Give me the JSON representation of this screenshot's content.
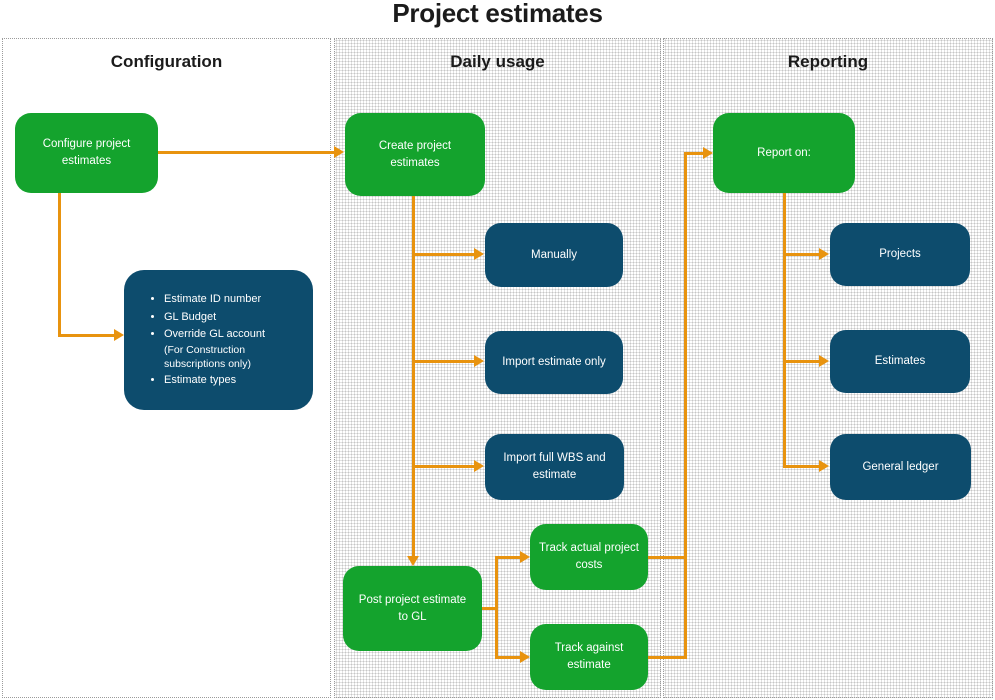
{
  "title": "Project estimates",
  "panels": [
    {
      "label": "Configuration"
    },
    {
      "label": "Daily usage"
    },
    {
      "label": "Reporting"
    }
  ],
  "nodes": {
    "configure": {
      "label": "Configure project estimates"
    },
    "details": {
      "items": [
        {
          "text": "Estimate ID number"
        },
        {
          "text": "GL Budget"
        },
        {
          "text": "Override GL account",
          "note": "(For Construction subscriptions only)"
        },
        {
          "text": "Estimate types"
        }
      ]
    },
    "create": {
      "label": "Create project estimates"
    },
    "manually": {
      "label": "Manually"
    },
    "import_estimate": {
      "label": "Import estimate only"
    },
    "import_wbs": {
      "label": "Import full WBS and estimate"
    },
    "post": {
      "label": "Post project estimate to GL"
    },
    "track_actual": {
      "label": "Track actual project costs"
    },
    "track_against": {
      "label": "Track against estimate"
    },
    "report_on": {
      "label": "Report on:"
    },
    "projects": {
      "label": "Projects"
    },
    "estimates": {
      "label": "Estimates"
    },
    "general_ledger": {
      "label": "General ledger"
    }
  },
  "edges": [
    {
      "from": "Configure project estimates",
      "to": "Create project estimates"
    },
    {
      "from": "Configure project estimates",
      "to": "Estimate details list"
    },
    {
      "from": "Create project estimates",
      "to": "Manually"
    },
    {
      "from": "Create project estimates",
      "to": "Import estimate only"
    },
    {
      "from": "Create project estimates",
      "to": "Import full WBS and estimate"
    },
    {
      "from": "Create project estimates",
      "to": "Post project estimate to GL"
    },
    {
      "from": "Post project estimate to GL",
      "to": "Track actual project costs"
    },
    {
      "from": "Post project estimate to GL",
      "to": "Track against estimate"
    },
    {
      "from": "Track actual project costs",
      "to": "Report on:"
    },
    {
      "from": "Track against estimate",
      "to": "Report on:"
    },
    {
      "from": "Report on:",
      "to": "Projects"
    },
    {
      "from": "Report on:",
      "to": "Estimates"
    },
    {
      "from": "Report on:",
      "to": "General ledger"
    }
  ],
  "colors": {
    "node_green": "#14a32d",
    "node_blue": "#0d4c6d",
    "arrow_orange": "#e8930f"
  }
}
